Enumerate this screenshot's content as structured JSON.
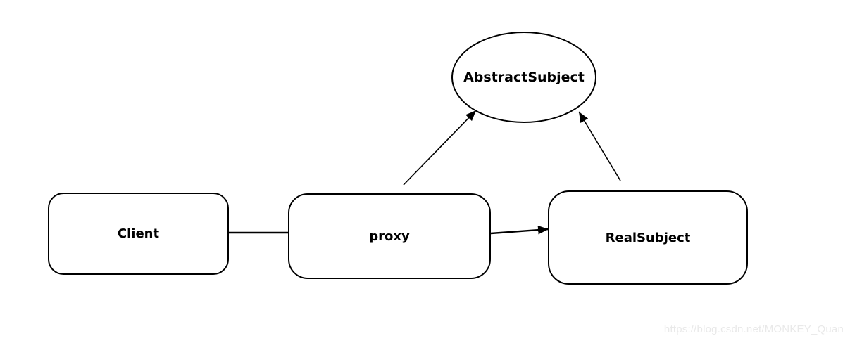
{
  "diagram": {
    "type": "uml-proxy-pattern",
    "background": "#ffffff",
    "stroke_color": "#000000",
    "nodes": {
      "abstract_subject": {
        "label": "AbstractSubject",
        "shape": "ellipse"
      },
      "client": {
        "label": "Client",
        "shape": "rounded-rect"
      },
      "proxy": {
        "label": "proxy",
        "shape": "rounded-rect"
      },
      "real_subject": {
        "label": "RealSubject",
        "shape": "rounded-rect"
      }
    },
    "edges": [
      {
        "from": "Client",
        "to": "proxy",
        "style": "plain-line"
      },
      {
        "from": "proxy",
        "to": "RealSubject",
        "style": "arrow"
      },
      {
        "from": "proxy",
        "to": "AbstractSubject",
        "style": "arrow"
      },
      {
        "from": "RealSubject",
        "to": "AbstractSubject",
        "style": "arrow"
      }
    ]
  },
  "watermark": {
    "text": "https://blog.csdn.net/MONKEY_Quan",
    "color": "#e9e9e9"
  }
}
